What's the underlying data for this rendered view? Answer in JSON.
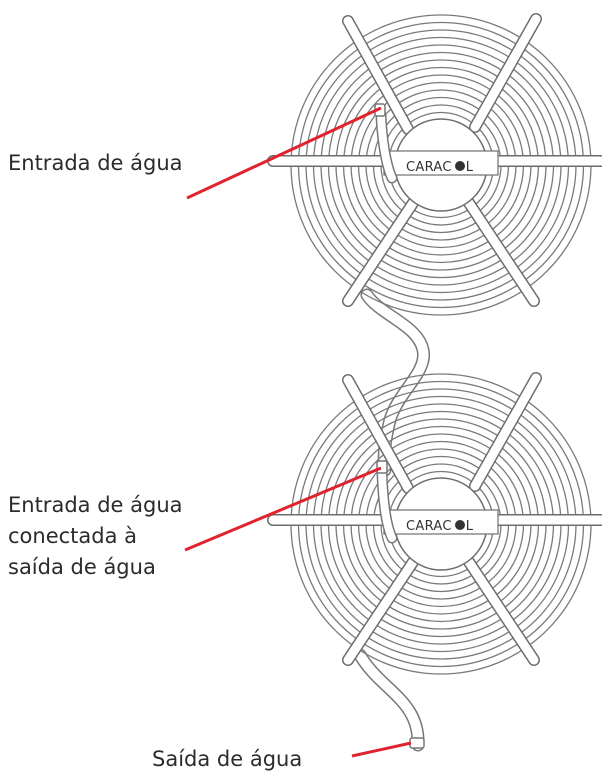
{
  "labels": {
    "water_inlet": "Entrada de água",
    "connected_inlet": [
      "Entrada de água",
      "conectada à",
      "saída de água"
    ],
    "water_outlet": "Saída de água"
  },
  "brand": {
    "top": [
      "CARAC",
      "L"
    ],
    "bottom": [
      "CARAC",
      "L"
    ]
  },
  "colors": {
    "leader_line": "#e0232e",
    "coil": "#7a7a7a",
    "text": "#2b2b2b"
  },
  "icons": [
    "spiral-coil-icon",
    "caracol-logo-icon"
  ]
}
